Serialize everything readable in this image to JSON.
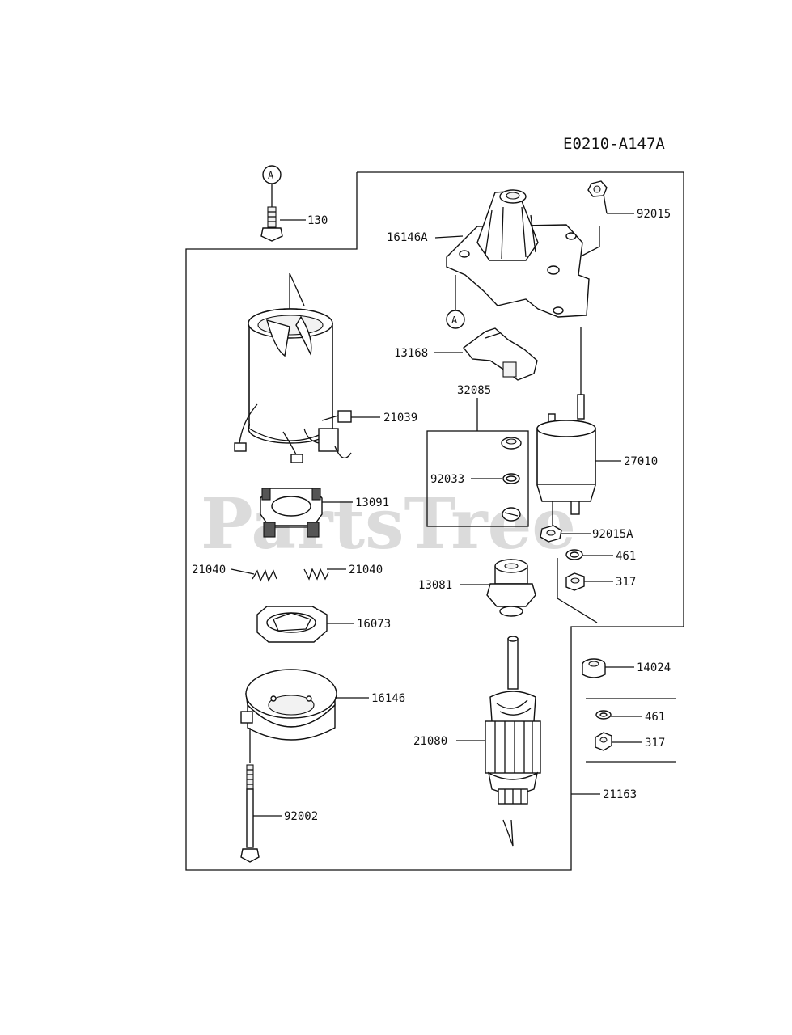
{
  "diagram": {
    "code": "E0210-A147A",
    "watermark": "PartsTree",
    "reference_letter": "A",
    "labels": {
      "p130": "130",
      "p92015": "92015",
      "p16146A": "16146A",
      "p13168": "13168",
      "p32085": "32085",
      "p21039": "21039",
      "p27010": "27010",
      "p92033": "92033",
      "p13091": "13091",
      "p92015A": "92015A",
      "p461a": "461",
      "p21040a": "21040",
      "p21040b": "21040",
      "p317a": "317",
      "p13081": "13081",
      "p16073": "16073",
      "p14024": "14024",
      "p16146": "16146",
      "p461b": "461",
      "p21080": "21080",
      "p317b": "317",
      "p21163": "21163",
      "p92002": "92002"
    }
  }
}
